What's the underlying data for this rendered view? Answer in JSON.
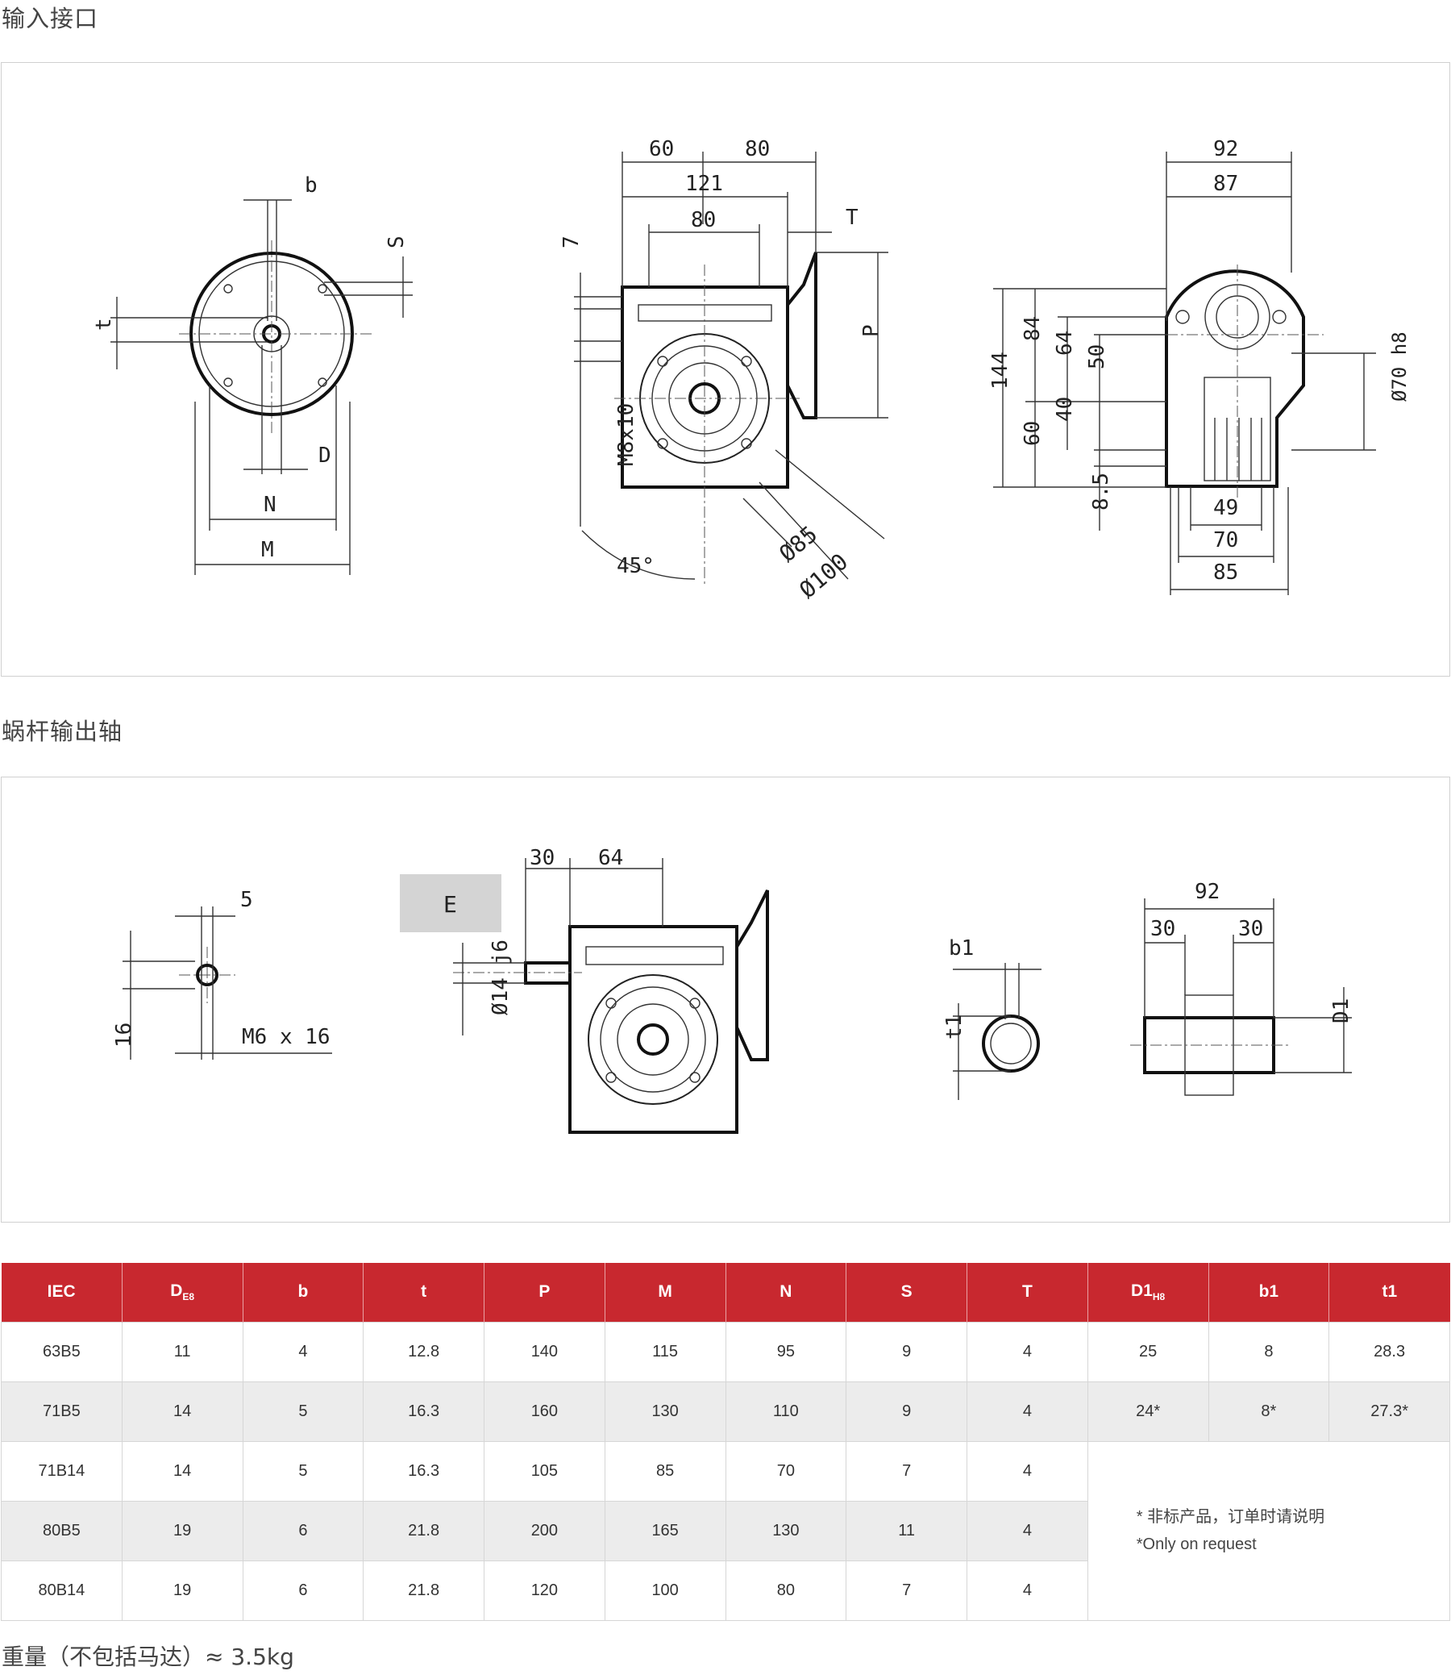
{
  "sections": {
    "input_title": "输入接口",
    "output_title": "蜗杆输出轴"
  },
  "drawing1": {
    "dims": {
      "b": "b",
      "S": "S",
      "t": "t",
      "D": "D",
      "N": "N",
      "M": "M",
      "d60": "60",
      "d80a": "80",
      "d121": "121",
      "d80b": "80",
      "T": "T",
      "d7": "7",
      "P": "P",
      "M8x10": "M8x10",
      "phi85": "Ø85",
      "phi100": "Ø100",
      "a45": "45°",
      "d92": "92",
      "d87": "87",
      "d144": "144",
      "d84": "84",
      "d64": "64",
      "d50": "50",
      "d60b": "60",
      "d40": "40",
      "d8_5": "8.5",
      "phi70": "Ø70 h8",
      "d49": "49",
      "d70": "70",
      "d85": "85"
    }
  },
  "drawing2": {
    "dims": {
      "d5": "5",
      "d16": "16",
      "M6x16": "M6 x 16",
      "E": "E",
      "d30": "30",
      "d64": "64",
      "phi14": "Ø14 j6",
      "b1": "b1",
      "t1": "t1",
      "d92": "92",
      "d30a": "30",
      "d30b": "30",
      "D1": "D1"
    }
  },
  "table": {
    "headers": [
      "IEC",
      "D",
      "b",
      "t",
      "P",
      "M",
      "N",
      "S",
      "T",
      "D1",
      "b1",
      "t1"
    ],
    "header_subs": {
      "D": "E8",
      "D1": "H8"
    },
    "rows": [
      [
        "63B5",
        "11",
        "4",
        "12.8",
        "140",
        "115",
        "95",
        "9",
        "4",
        "25",
        "8",
        "28.3"
      ],
      [
        "71B5",
        "14",
        "5",
        "16.3",
        "160",
        "130",
        "110",
        "9",
        "4",
        "24*",
        "8*",
        "27.3*"
      ],
      [
        "71B14",
        "14",
        "5",
        "16.3",
        "105",
        "85",
        "70",
        "7",
        "4"
      ],
      [
        "80B5",
        "19",
        "6",
        "21.8",
        "200",
        "165",
        "130",
        "11",
        "4"
      ],
      [
        "80B14",
        "19",
        "6",
        "21.8",
        "120",
        "100",
        "80",
        "7",
        "4"
      ]
    ],
    "note_cn": "* 非标产品，订单时请说明",
    "note_en": "*Only on request"
  },
  "footer": {
    "weight": "重量（不包括马达）≈ 3.5kg"
  },
  "colors": {
    "header_bg": "#c8282f",
    "alt_row_bg": "#ececec"
  }
}
